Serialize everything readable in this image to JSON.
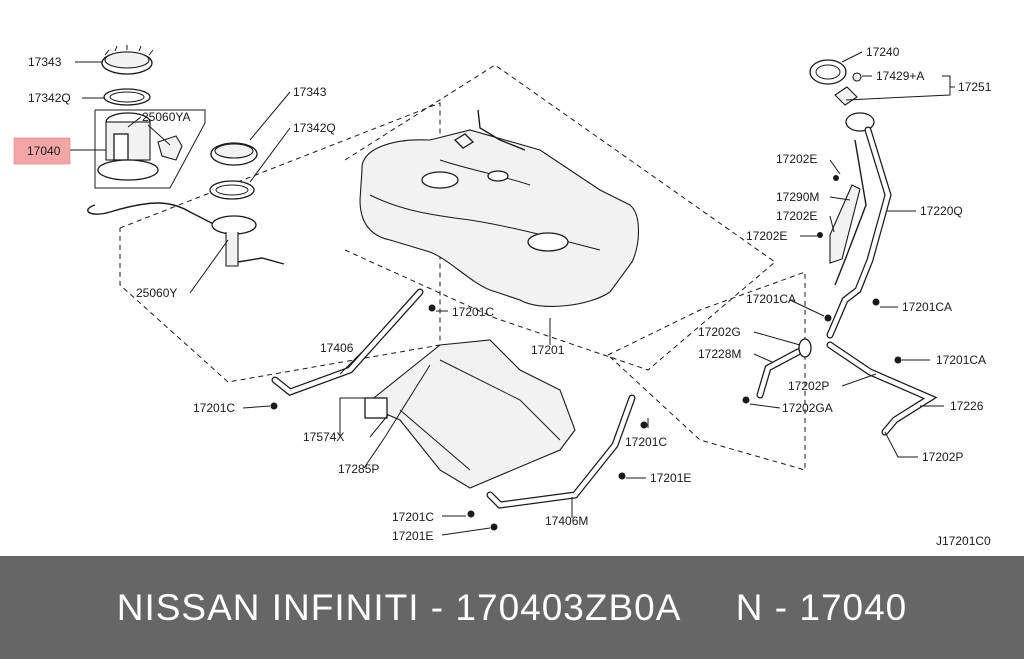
{
  "diagram": {
    "code": "J17201C0",
    "highlight_color": "#f4a6a6",
    "labels": [
      {
        "id": "l-17343-a",
        "text": "17343"
      },
      {
        "id": "l-17342q-a",
        "text": "17342Q"
      },
      {
        "id": "l-17040",
        "text": "17040"
      },
      {
        "id": "l-25060ya",
        "text": "25060YA"
      },
      {
        "id": "l-17343-b",
        "text": "17343"
      },
      {
        "id": "l-17342q-b",
        "text": "17342Q"
      },
      {
        "id": "l-25060y",
        "text": "25060Y"
      },
      {
        "id": "l-17201c-a",
        "text": "17201C"
      },
      {
        "id": "l-17406",
        "text": "17406"
      },
      {
        "id": "l-17201c-b",
        "text": "17201C"
      },
      {
        "id": "l-17574x",
        "text": "17574X"
      },
      {
        "id": "l-17285p",
        "text": "17285P"
      },
      {
        "id": "l-17201",
        "text": "17201"
      },
      {
        "id": "l-17201c-c",
        "text": "17201C"
      },
      {
        "id": "l-17201e-a",
        "text": "17201E"
      },
      {
        "id": "l-17201c-d",
        "text": "17201C"
      },
      {
        "id": "l-17201e-b",
        "text": "17201E"
      },
      {
        "id": "l-17406m",
        "text": "17406M"
      },
      {
        "id": "l-17240",
        "text": "17240"
      },
      {
        "id": "l-17429a",
        "text": "17429+A"
      },
      {
        "id": "l-17251",
        "text": "17251"
      },
      {
        "id": "l-17202e-a",
        "text": "17202E"
      },
      {
        "id": "l-17290m",
        "text": "17290M"
      },
      {
        "id": "l-17202e-b",
        "text": "17202E"
      },
      {
        "id": "l-17202e-c",
        "text": "17202E"
      },
      {
        "id": "l-17220q",
        "text": "17220Q"
      },
      {
        "id": "l-17201ca-a",
        "text": "17201CA"
      },
      {
        "id": "l-17201ca-b",
        "text": "17201CA"
      },
      {
        "id": "l-17202g",
        "text": "17202G"
      },
      {
        "id": "l-17228m",
        "text": "17228M"
      },
      {
        "id": "l-17201ca-c",
        "text": "17201CA"
      },
      {
        "id": "l-17202p-a",
        "text": "17202P"
      },
      {
        "id": "l-17202ga",
        "text": "17202GA"
      },
      {
        "id": "l-17226",
        "text": "17226"
      },
      {
        "id": "l-17202p-b",
        "text": "17202P"
      }
    ]
  },
  "caption": {
    "text": "NISSAN INFINITI - 170403ZB0A     N - 17040"
  }
}
